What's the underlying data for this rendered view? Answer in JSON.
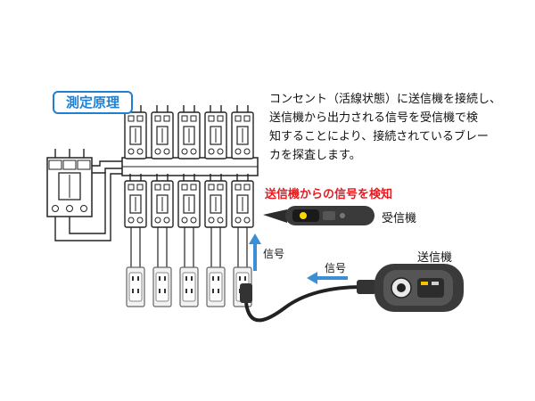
{
  "badge": "測定原理",
  "description": [
    "コンセント（活線状態）に送信機を接続し、",
    "送信機から出力される信号を受信機で検",
    "知することにより、接続されているブレー",
    "カを探査します。"
  ],
  "callout": "送信機からの信号を検知",
  "labels": {
    "receiver": "受信機",
    "transmitter": "送信機",
    "signal_up": "信号",
    "signal_left": "信号"
  },
  "colors": {
    "accent_blue": "#1f7fd0",
    "arrow_blue": "#3a8fd6",
    "callout_red": "#e8191f",
    "device_dark": "#3a3a3a"
  },
  "icons": [
    "breaker-icon",
    "outlet-icon",
    "receiver-probe-icon",
    "transmitter-device-icon",
    "arrow-up-icon",
    "arrow-left-icon"
  ]
}
